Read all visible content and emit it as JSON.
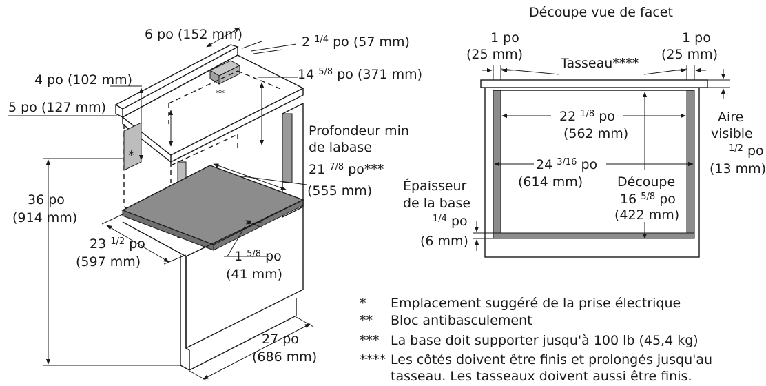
{
  "left": {
    "dim_6po": "6 po (152 mm)",
    "dim_2_whole": "2",
    "dim_2_frac": "1/4",
    "dim_2_rest": "po (57 mm)",
    "dim_4po": "4 po (102 mm)",
    "dim_14_whole": "14",
    "dim_14_frac": "5/8",
    "dim_14_rest": "po (371 mm)",
    "dim_5po": "5 po (127 mm)",
    "antitip_marker": "**",
    "outlet_marker": "*",
    "prof_line1": "Profondeur min",
    "prof_line2": "de labase",
    "prof_whole": "21",
    "prof_frac": "7/8",
    "prof_rest": "po***",
    "prof_mm": "(555 mm)",
    "h36_line1": "36 po",
    "h36_line2": "(914 mm)",
    "w23_whole": "23",
    "w23_frac": "1/2",
    "w23_rest": "po",
    "w23_mm": "(597 mm)",
    "t15_whole": "1",
    "t15_frac": "5/8",
    "t15_rest": "po",
    "t15_mm": "(41 mm)",
    "d27_line1": "27 po",
    "d27_line2": "(686 mm)"
  },
  "right": {
    "title": "Découpe vue de facet",
    "left_1po": "1 po",
    "left_25mm": "(25 mm)",
    "right_1po": "1 po",
    "right_25mm": "(25 mm)",
    "tasseau": "Tasseau****",
    "w22_whole": "22",
    "w22_frac": "1/8",
    "w22_rest": "po",
    "w22_mm": "(562 mm)",
    "w24_whole": "24",
    "w24_frac": "3/16",
    "w24_rest": "po",
    "w24_mm": "(614 mm)",
    "dec_label": "Découpe",
    "dec_whole": "16",
    "dec_frac": "5/8",
    "dec_rest": "po",
    "dec_mm": "(422 mm)",
    "aire_1": "Aire",
    "aire_2": "visible",
    "aire_frac": "1/2",
    "aire_rest": "po",
    "aire_mm": "(13 mm)",
    "ep_1": "Épaisseur",
    "ep_2": "de la base",
    "ep_frac": "1/4",
    "ep_rest": "po",
    "ep_mm": "(6 mm)"
  },
  "notes": [
    {
      "mark": "*",
      "text": "Emplacement suggéré de la prise électrique"
    },
    {
      "mark": "**",
      "text": "Bloc antibasculement"
    },
    {
      "mark": "***",
      "text": "La base doit supporter jusqu'à 100 lb (45,4 kg)"
    },
    {
      "mark": "****",
      "text": "Les côtés doivent être finis et prolongés jusqu'au"
    },
    {
      "mark": "",
      "text": "tasseau. Les tasseaux doivent aussi être finis."
    }
  ],
  "colors": {
    "line": "#1a1a1a",
    "shelf": "#8c8c8c",
    "panel": "#bdbdbd",
    "background": "#ffffff"
  }
}
